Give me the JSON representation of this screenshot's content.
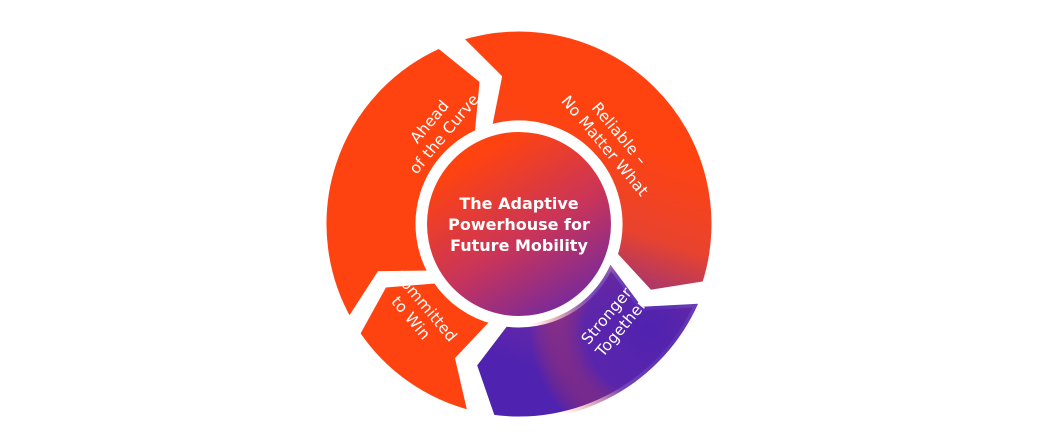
{
  "center": {
    "lines": [
      "The Adaptive",
      "Powerhouse for",
      "Future Mobility"
    ]
  },
  "segments": [
    {
      "lines": [
        "Ahead",
        "of the Curve"
      ]
    },
    {
      "lines": [
        "Reliable –",
        "No Matter What"
      ]
    },
    {
      "lines": [
        "Stronger",
        "Together"
      ]
    },
    {
      "lines": [
        "Committed",
        "to Win"
      ]
    }
  ],
  "colors": {
    "orange": "#FF4310",
    "purple": "#4F22B0",
    "background": "#FFFFFF",
    "text": "#FFFFFF"
  }
}
